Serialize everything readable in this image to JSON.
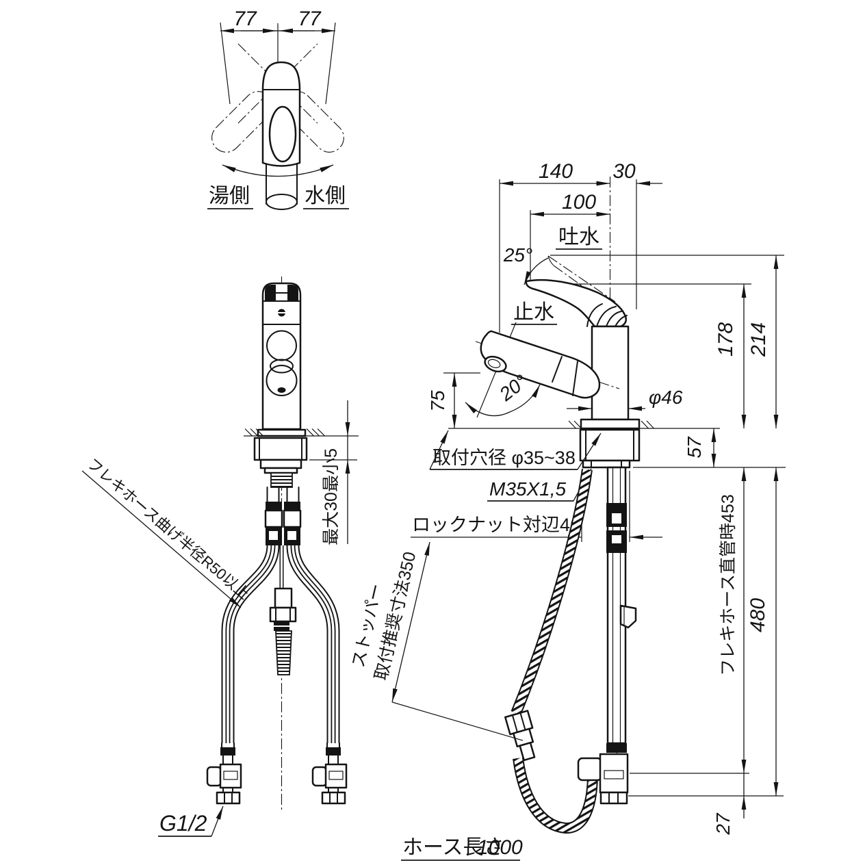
{
  "top_view": {
    "dim_left": "77",
    "dim_right": "77",
    "hot_side_label": "湯側",
    "cold_side_label": "水側"
  },
  "side_view": {
    "dim_140": "140",
    "dim_30": "30",
    "dim_100": "100",
    "spout_flow_label": "吐水",
    "handle_angle": "25°",
    "stop_flow_label": "止水",
    "dim_178": "178",
    "dim_214": "214",
    "dim_75": "75",
    "head_angle": "20°",
    "body_diameter": "φ46",
    "mount_hole_label": "取付穴径 φ35~38",
    "thread_spec": "M35X1,5",
    "dim_57": "57",
    "locknut_label": "ロックナット対辺46",
    "stopper_label_line1": "ストッパー",
    "stopper_label_line2": "取付推奨寸法350",
    "flex_hose_straight_label": "フレキホース直管時453",
    "dim_480": "480",
    "dim_27": "27"
  },
  "front_view": {
    "deck_thickness_label": "最大30最小5",
    "bend_radius_label": "フレキホース曲げ半径R50以上",
    "connection_thread_label": "G1/2"
  },
  "footer": {
    "hose_length_label": "ホース長さ",
    "hose_length_value": "1000"
  }
}
